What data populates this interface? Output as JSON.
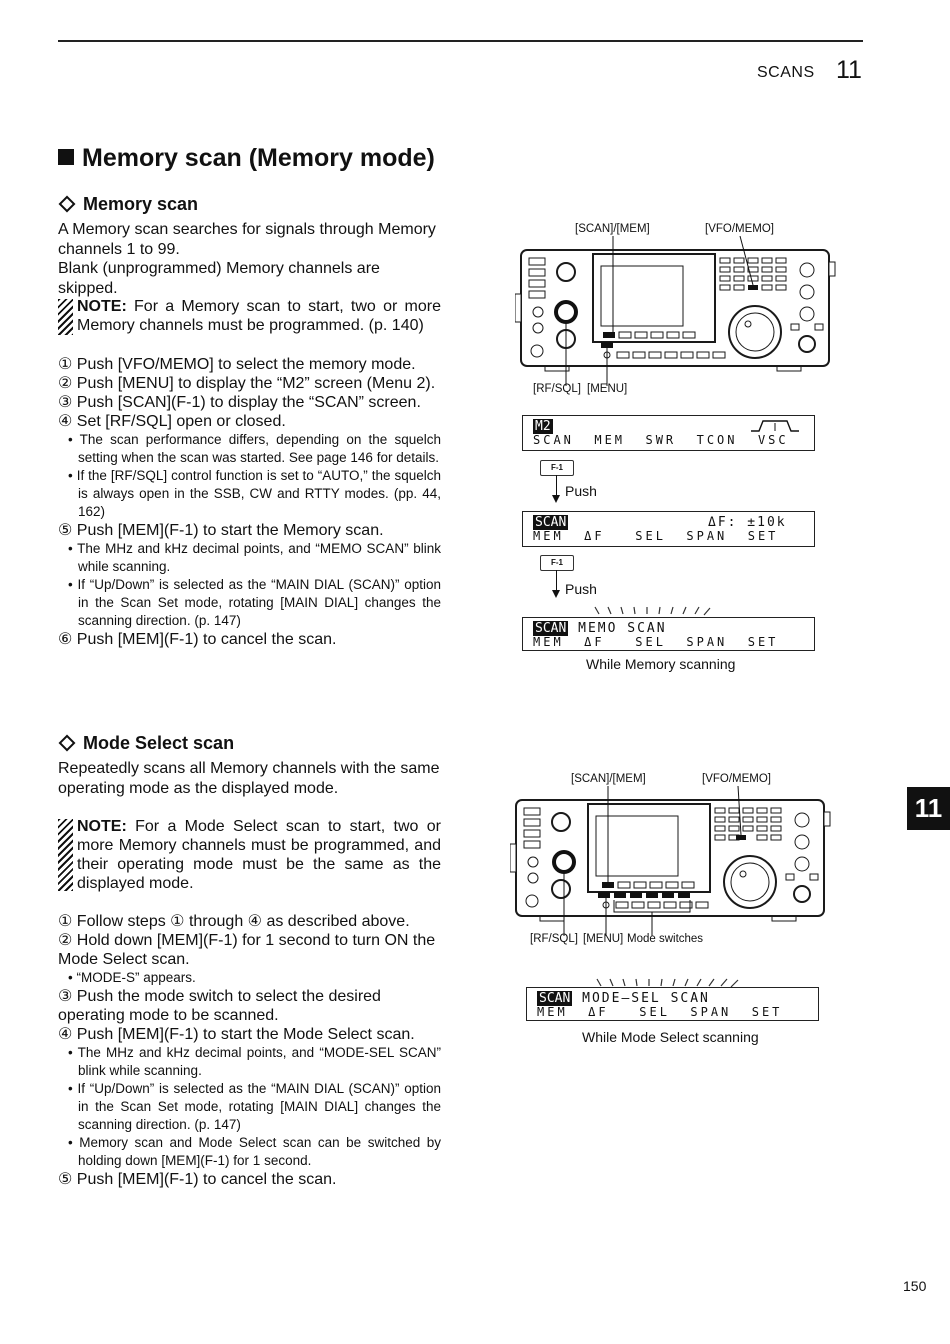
{
  "header": {
    "section": "SCANS",
    "chapter": "11"
  },
  "title": "Memory scan (Memory mode)",
  "s1": {
    "heading": "Memory scan",
    "intro1": "A Memory scan searches for signals through Memory channels 1 to 99.",
    "intro2": "Blank (unprogrammed) Memory channels are skipped.",
    "note_label": "NOTE:",
    "note_text": " For a Memory scan to start, two or more Memory channels must be programmed. (p. 140)",
    "steps": [
      {
        "text": "① Push [VFO/MEMO] to select the memory mode."
      },
      {
        "text": "② Push [MENU] to display the “M2” screen (Menu 2)."
      },
      {
        "text": "③ Push [SCAN](F-1) to display the “SCAN” screen."
      },
      {
        "text": "④ Set [RF/SQL] open or closed.",
        "b1": "• The scan performance differs, depending on the squelch setting when the scan was started. See page 146 for details.",
        "b2": "• If the [RF/SQL] control function is set to “AUTO,” the squelch is always open in the SSB, CW and RTTY modes. (pp. 44, 162)"
      },
      {
        "text": "⑤ Push [MEM](F-1) to start the Memory scan.",
        "b1": "• The MHz and kHz decimal points, and “MEMO SCAN” blink while scanning.",
        "b2": "• If “Up/Down” is selected as the “MAIN DIAL (SCAN)” option in the Scan Set mode, rotating [MAIN DIAL] changes the scanning direction. (p. 147)"
      },
      {
        "text": "⑥ Push [MEM](F-1) to cancel the scan."
      }
    ]
  },
  "s2": {
    "heading": "Mode Select scan",
    "intro": "Repeatedly scans all Memory channels with the same operating mode as the displayed mode.",
    "note_label": "NOTE:",
    "note_text": " For a Mode Select scan to start, two or more Memory channels must be programmed, and their operating mode must be the same as the displayed mode.",
    "steps": [
      {
        "text": "① Follow steps ① through ④ as described above."
      },
      {
        "text": "② Hold down [MEM](F-1) for 1 second to turn ON the Mode Select scan.",
        "b1": "• “MODE-S” appears."
      },
      {
        "text": "③ Push the mode switch to select the desired operating mode to be scanned."
      },
      {
        "text": "④ Push [MEM](F-1) to start the Mode Select scan.",
        "b1": "• The MHz and kHz decimal points, and “MODE-SEL SCAN” blink while scanning.",
        "b2": "• If “Up/Down” is selected as the “MAIN DIAL (SCAN)” option in the Scan Set mode, rotating [MAIN DIAL] changes the scanning direction. (p. 147)",
        "b3": "• Memory scan and Mode Select scan can be switched by holding down [MEM](F-1) for 1 second."
      },
      {
        "text": "⑤ Push [MEM](F-1) to cancel the scan."
      }
    ]
  },
  "fig1": {
    "callout_scan_mem": "[SCAN]/[MEM]",
    "callout_vfo": "[VFO/MEMO]",
    "callout_rfsql": "[RF/SQL]",
    "callout_menu": "[MENU]",
    "lcd1_tag": "M2",
    "lcd1_menu": "SCAN  MEM  SWR  TCON  VSC",
    "fkey1": "F-1",
    "push1": "Push",
    "lcd2_tag": "SCAN",
    "lcd2_info": "ΔF: ±10k",
    "lcd2_menu": "MEM  ΔF   SEL  SPAN  SET",
    "fkey2": "F-1",
    "push2": "Push",
    "lcd3_tag": "SCAN",
    "lcd3_info": "MEMO SCAN",
    "lcd3_menu": "MEM  ΔF   SEL  SPAN  SET",
    "caption": "While Memory scanning"
  },
  "fig2": {
    "callout_scan_mem": "[SCAN]/[MEM]",
    "callout_vfo": "[VFO/MEMO]",
    "callout_rfsql": "[RF/SQL]",
    "callout_menu": "[MENU]",
    "callout_modes": "Mode switches",
    "lcd_tag": "SCAN",
    "lcd_info": "MODE–SEL SCAN",
    "lcd_menu": "MEM  ΔF   SEL  SPAN  SET",
    "caption": "While Mode Select scanning"
  },
  "tab": "11",
  "page_number": "150"
}
